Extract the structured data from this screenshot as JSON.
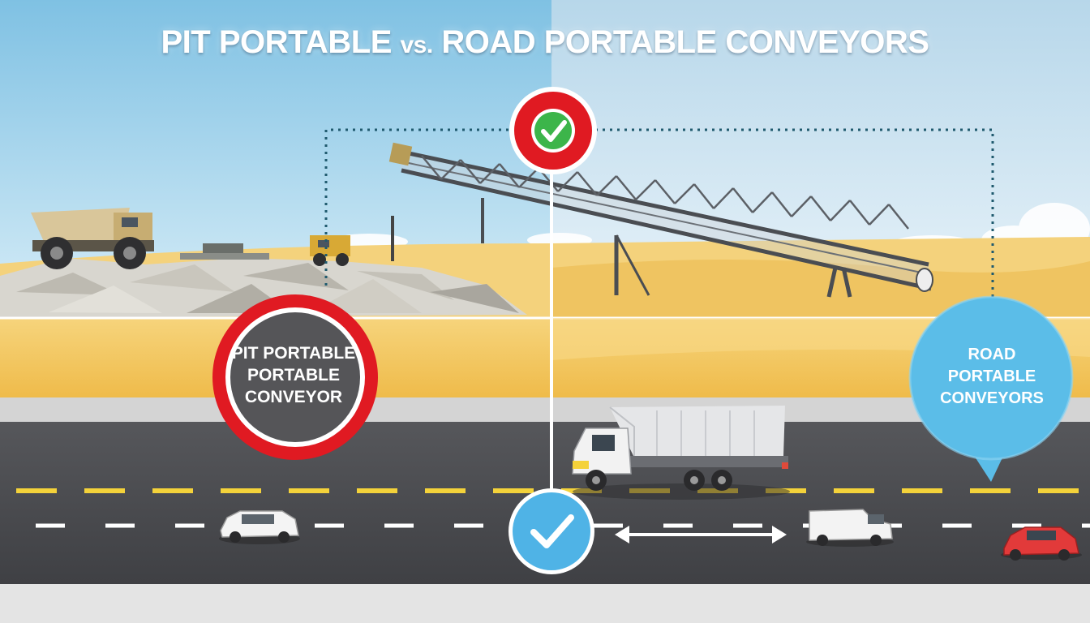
{
  "title": {
    "left": "PIT PORTABLE",
    "vs": "vs.",
    "right": "ROAD PORTABLE CONVEYORS"
  },
  "pit_badge": {
    "line1": "PIT PORTABLE",
    "line2": "PORTABLE",
    "line3": "CONVEYOR"
  },
  "road_badge": {
    "line1": "ROAD",
    "line2": "PORTABLE",
    "line3": "CONVEYORS"
  },
  "colors": {
    "sky_left": "#8cc8e6",
    "sky_right": "#bfdbec",
    "sand": "#f2c45a",
    "road": "#4a4b4f",
    "lane_yellow": "#f4d23a",
    "pit_red": "#e01a22",
    "pit_grey": "#555558",
    "road_blue": "#5bbde8",
    "check_green": "#3cb54a",
    "connector_dots": "#1f5a6e"
  },
  "icons": [
    "check-icon",
    "double-arrow-icon"
  ]
}
